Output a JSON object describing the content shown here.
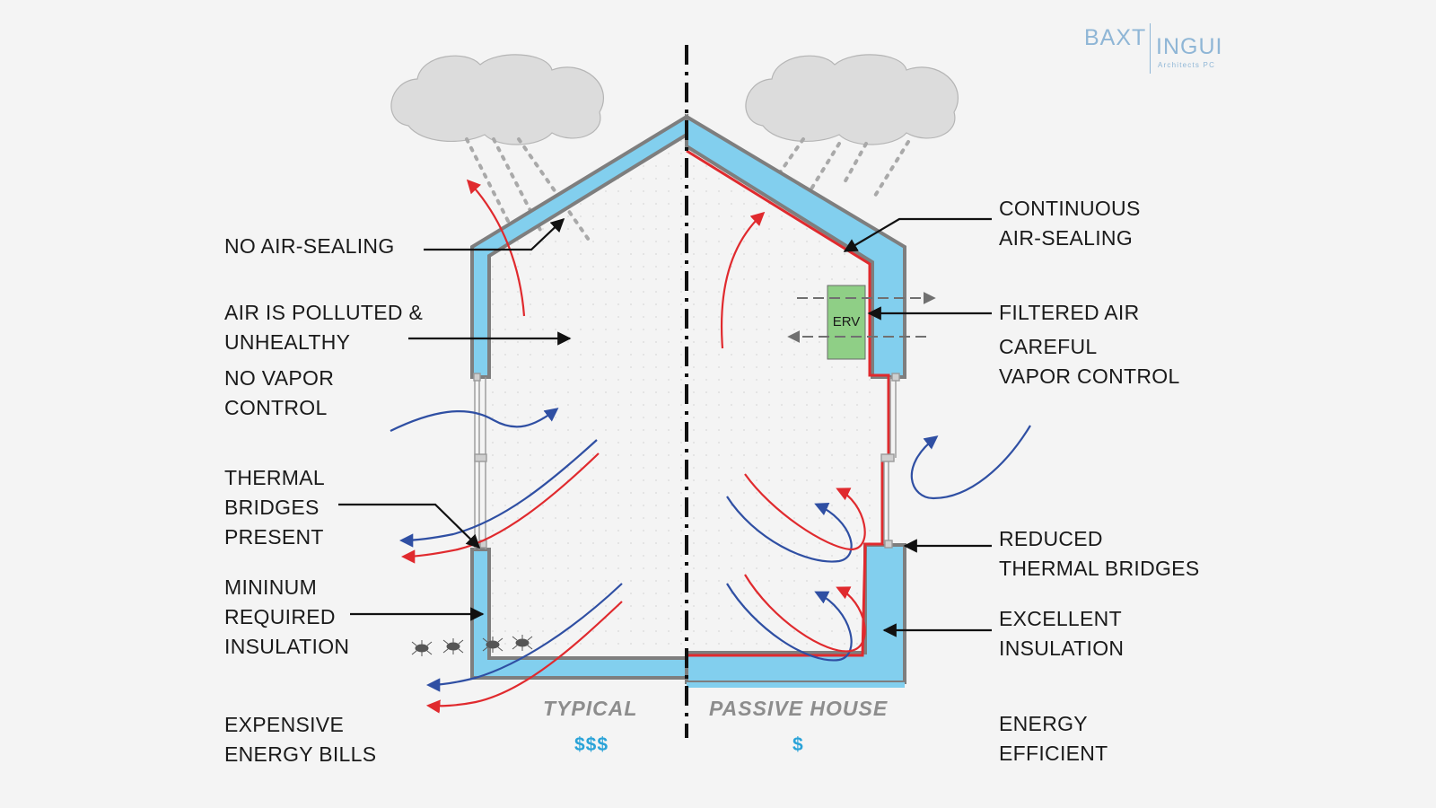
{
  "logo": {
    "left": "BAXT",
    "right": "INGUI",
    "sub": "Architects PC"
  },
  "labels": {
    "no_air_sealing": "NO AIR-SEALING",
    "air_polluted": [
      "AIR IS POLLUTED &",
      "UNHEALTHY"
    ],
    "no_vapor": [
      "NO VAPOR",
      "CONTROL"
    ],
    "thermal_bridges": [
      "THERMAL",
      "BRIDGES",
      "PRESENT"
    ],
    "min_insulation": [
      "MININUM",
      "REQUIRED",
      "INSULATION"
    ],
    "expensive": [
      "EXPENSIVE",
      "ENERGY BILLS"
    ],
    "continuous_sealing": [
      "CONTINUOUS",
      "AIR-SEALING"
    ],
    "filtered_air": "FILTERED AIR",
    "careful_vapor": [
      "CAREFUL",
      "VAPOR CONTROL"
    ],
    "reduced_bridges": [
      "REDUCED",
      "THERMAL BRIDGES"
    ],
    "excellent_insulation": [
      "EXCELLENT",
      "INSULATION"
    ],
    "energy_efficient": [
      "ENERGY",
      "EFFICIENT"
    ]
  },
  "erv": "ERV",
  "typical": {
    "title": "TYPICAL",
    "cost": "$$$"
  },
  "passive": {
    "title": "PASSIVE HOUSE",
    "cost": "$"
  },
  "colors": {
    "insulation": "#82cfee",
    "wall_stroke": "#7e7e7e",
    "air_seal": "#e02a2e",
    "warm_arrow": "#e02a2e",
    "cold_arrow": "#2f4fa3",
    "erv_fill": "#8fcf86",
    "cost_blue": "#2aa3d8",
    "text": "#1a1a1a",
    "logo": "#8fb6d6"
  }
}
